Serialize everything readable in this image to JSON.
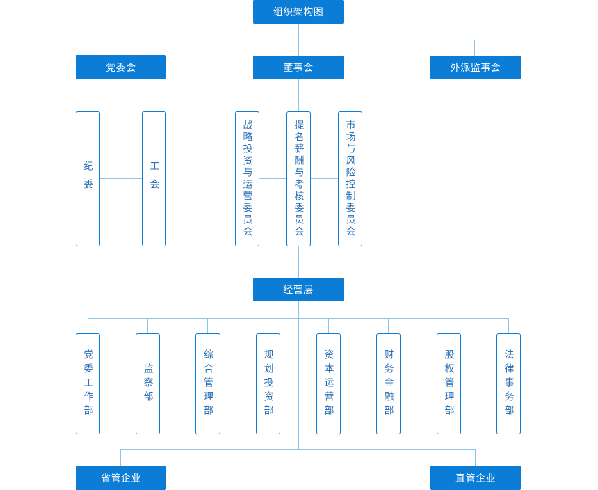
{
  "diagram": {
    "root": "组织架构图",
    "party_committee": "党委会",
    "board": "董事会",
    "external_supervisors": "外派监事会",
    "discipline": "纪委",
    "union": "工会",
    "board_committees": [
      "战略投资与运营委员会",
      "提名薪酬与考核委员会",
      "市场与风险控制委员会"
    ],
    "management": "经营层",
    "departments": [
      "党委工作部",
      "监察部",
      "综合管理部",
      "规划投资部",
      "资本运营部",
      "财务金融部",
      "股权管理部",
      "法律事务部"
    ],
    "provincial_enterprises": "省管企业",
    "direct_enterprises": "直管企业"
  }
}
